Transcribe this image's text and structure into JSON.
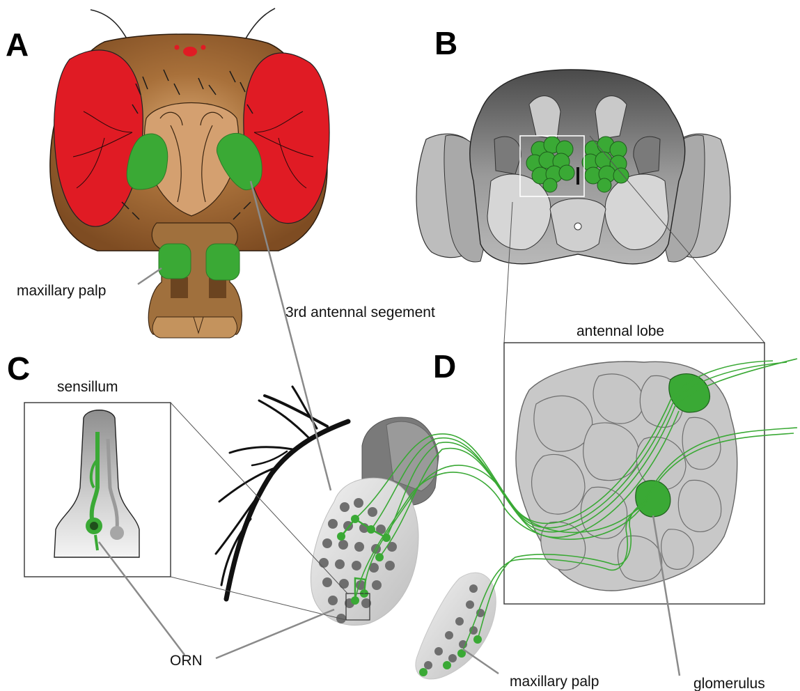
{
  "panels": {
    "a": "A",
    "b": "B",
    "c": "C",
    "d": "D"
  },
  "labels": {
    "maxillary_palp_a": "maxillary palp",
    "third_antennal_segment": "3rd antennal segement",
    "antennal_lobe": "antennal lobe",
    "sensillum": "sensillum",
    "orn": "ORN",
    "maxillary_palp_c": "maxillary palp",
    "glomerulus": "glomerulus"
  },
  "colors": {
    "head_brown": "#8b5a2b",
    "eye_red": "#e01b24",
    "olfactory_green": "#3aa935",
    "brain_gray": "#c8c8c8",
    "dark_gray": "#5a5a5a"
  }
}
